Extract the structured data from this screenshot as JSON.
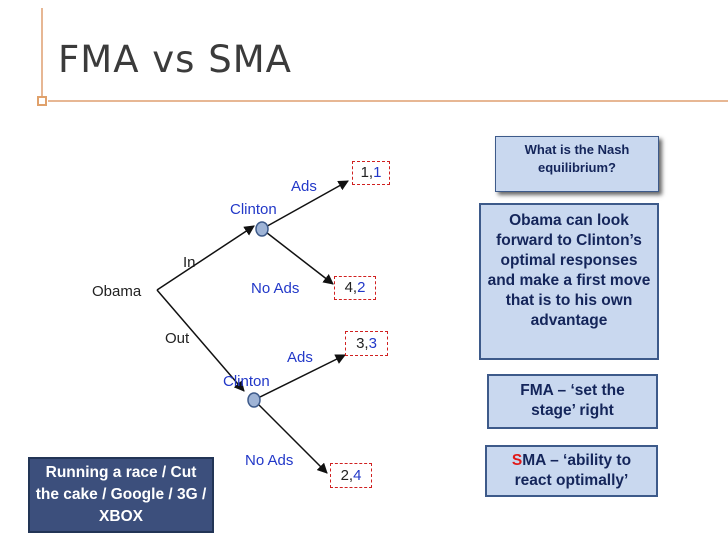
{
  "slide": {
    "title": "FMA vs SMA"
  },
  "tree": {
    "root": "Obama",
    "branch_in": "In",
    "branch_out": "Out",
    "upper_player": "Clinton",
    "lower_player": "Clinton",
    "upper_ads": "Ads",
    "upper_noads": "No Ads",
    "lower_ads": "Ads",
    "lower_noads": "No Ads",
    "payoffs": [
      {
        "first": "1",
        "sep": ",",
        "second": "1"
      },
      {
        "first": "4",
        "sep": ",",
        "second": "2"
      },
      {
        "first": "3",
        "sep": ",",
        "second": "3"
      },
      {
        "first": "2",
        "sep": ",",
        "second": "4"
      }
    ]
  },
  "callouts": {
    "nash_question": "What is the Nash equilibrium?",
    "obama_forward": "Obama can look forward to Clinton’s optimal responses and make a first move that is to his own advantage",
    "fma": "FMA – ‘set the stage’ right",
    "sma_letter": "S",
    "sma_rest": "MA – ‘ability to react optimally’",
    "race": "Running a race / Cut the cake / Google / 3G / XBOX"
  },
  "colors": {
    "accent_rule": "#e7b794",
    "player2_blue": "#2238c8",
    "box_fill": "#c9d8ef",
    "box_border": "#3d5a8a",
    "race_fill": "#3c4f7c",
    "highlight_red": "#e01818"
  }
}
